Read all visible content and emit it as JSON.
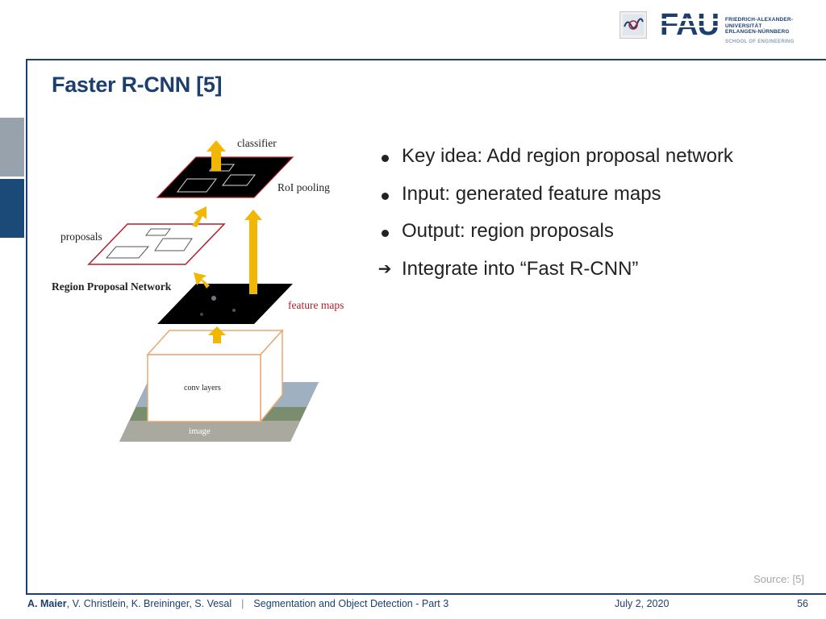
{
  "header": {
    "logo_name": "FAU",
    "university_lines": [
      "FRIEDRICH-ALEXANDER-",
      "UNIVERSITÄT",
      "ERLANGEN-NÜRNBERG"
    ],
    "school": "SCHOOL OF ENGINEERING"
  },
  "slide": {
    "title": "Faster R-CNN [5]",
    "bullets": [
      {
        "marker": "dot",
        "text": "Key idea: Add region proposal network"
      },
      {
        "marker": "dot",
        "text": "Input: generated feature maps"
      },
      {
        "marker": "dot",
        "text": "Output: region proposals"
      },
      {
        "marker": "arrow",
        "text": "Integrate into “Fast R-CNN”"
      }
    ],
    "source": "Source:  [5]"
  },
  "diagram": {
    "labels": {
      "classifier": "classifier",
      "roi_pooling": "RoI pooling",
      "proposals": "proposals",
      "rpn": "Region Proposal Network",
      "feature_maps": "feature maps",
      "conv_layers": "conv layers",
      "image": "image"
    },
    "colors": {
      "arrow": "#f2b705",
      "feature_map": "#000000",
      "outline_red": "#b21f2a",
      "conv_outline": "#e8a870"
    }
  },
  "footer": {
    "author_main": "A. Maier",
    "authors_rest": ", V. Christlein, K. Breininger, S. Vesal",
    "separator": "|",
    "lecture": "Segmentation and Object Detection - Part 3",
    "date": "July 2, 2020",
    "page": "56"
  },
  "colors": {
    "accent": "#1c3f6e",
    "side_tab_gray": "#97a2ad",
    "side_tab_blue": "#1c4a78"
  }
}
